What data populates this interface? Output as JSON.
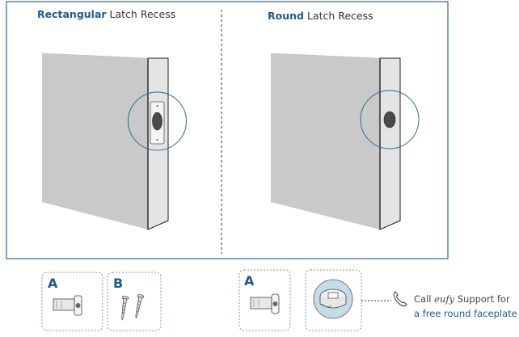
{
  "left_panel": {
    "title_highlight": "Rectangular",
    "title_rest": " Latch Recess"
  },
  "right_panel": {
    "title_highlight": "Round",
    "title_rest": " Latch Recess"
  },
  "parts": {
    "left_a_label": "A",
    "left_b_label": "B",
    "right_a_label": "A"
  },
  "support": {
    "prefix": "Call ",
    "brand": "eufy",
    "suffix": " Support for",
    "line2": "a free round faceplate"
  },
  "colors": {
    "accent": "#1f5a8a",
    "outline": "#2a6a8f",
    "door_face": "#c9c9c9",
    "door_edge": "#e3e3e3"
  }
}
